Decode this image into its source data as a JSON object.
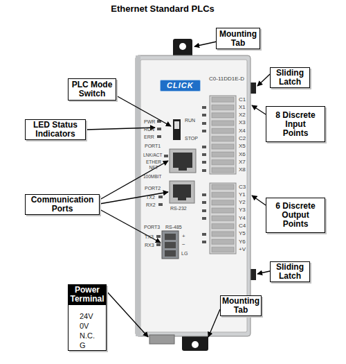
{
  "diagram": {
    "title": "Ethernet Standard PLCs",
    "nodes": [
      {
        "text": [
          "Mounting Tab"
        ]
      },
      {
        "text": [
          "Sliding Latch"
        ]
      },
      {
        "text": [
          "PLC Mode Switch"
        ]
      },
      {
        "text": [
          "LED Status Indicators"
        ]
      },
      {
        "text": [
          "8 Discrete Input Points"
        ]
      },
      {
        "text": [
          "Communication Ports"
        ]
      },
      {
        "text": [
          "6 Discrete Output Points"
        ]
      },
      {
        "text": [
          "Sliding Latch"
        ]
      },
      {
        "text": [
          "Mounting Tab"
        ]
      },
      {
        "text": [
          "Power Terminal",
          "24V",
          "0V",
          "N.C.",
          "G"
        ]
      }
    ],
    "labels": [
      "CLICK",
      "C0-11DD1E-D",
      "PWR",
      "RUN",
      "ERR",
      "RUN",
      "STOP",
      "PORT1",
      "LNK/ACT",
      "ETHER NET",
      "100MBIT",
      "PORT2",
      "TX2",
      "RX2",
      "RS-232",
      "PORT3",
      "RS-485",
      "TX3",
      "RX3",
      "+",
      "−",
      "LG",
      "C1",
      "X1",
      "X2",
      "X3",
      "X4",
      "C2",
      "X5",
      "X6",
      "X7",
      "X8",
      "C3",
      "Y1",
      "Y2",
      "Y3",
      "Y4",
      "C4",
      "Y5",
      "Y6",
      "+V"
    ]
  }
}
